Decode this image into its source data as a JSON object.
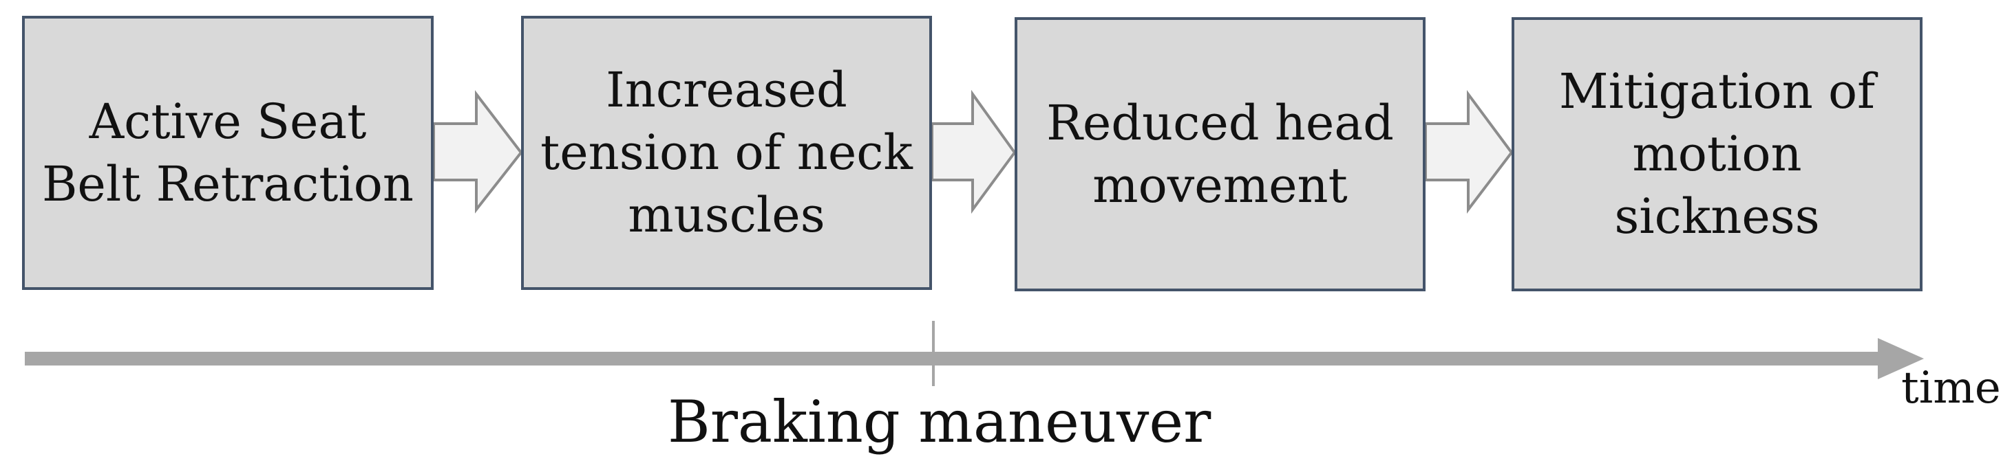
{
  "steps": [
    {
      "label": "Active Seat\nBelt Retraction"
    },
    {
      "label": "Increased\ntension of neck\nmuscles"
    },
    {
      "label": "Reduced head\nmovement"
    },
    {
      "label": "Mitigation of\nmotion\nsickness"
    }
  ],
  "timeline": {
    "axis_label": "time",
    "event_label": "Braking maneuver"
  },
  "colors": {
    "box_fill": "#d9d9d9",
    "box_border": "#44546a",
    "arrow_fill": "#f2f2f2",
    "arrow_stroke": "#8c8c8c",
    "timeline": "#a6a6a6"
  }
}
